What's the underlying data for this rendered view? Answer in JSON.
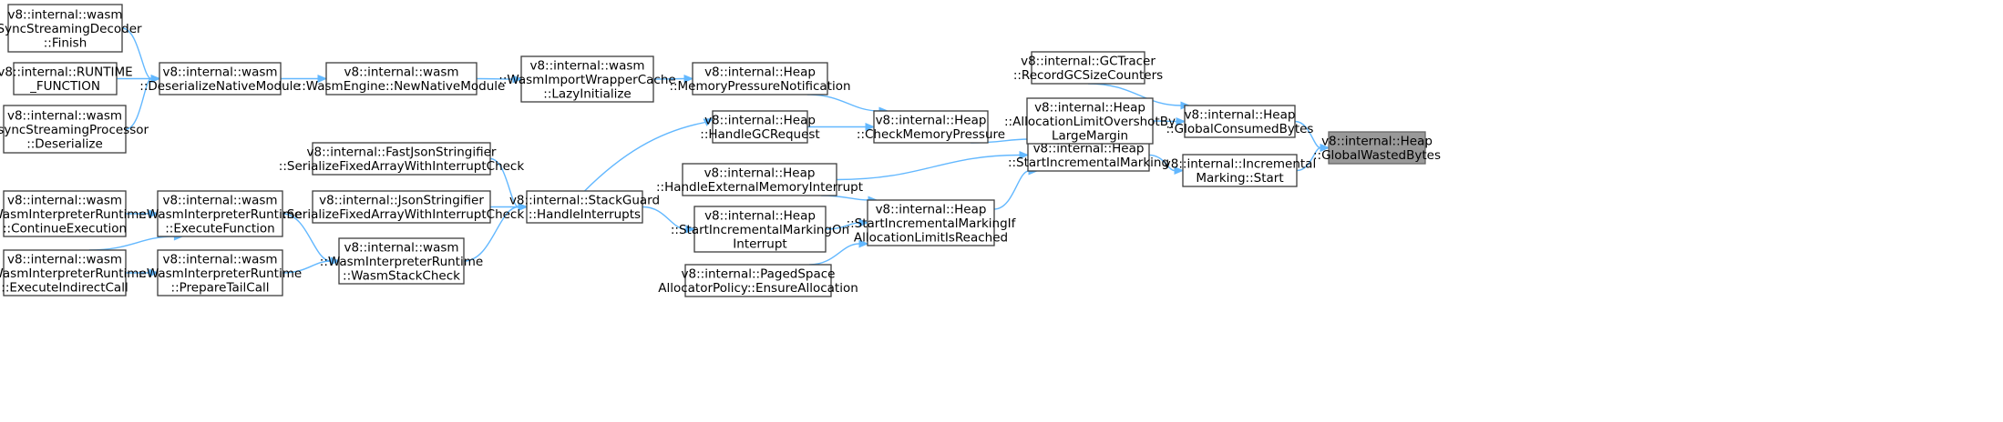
{
  "graph": {
    "edge_color": "#63b8ff",
    "highlight_fill": "#999999",
    "nodes": [
      {
        "id": "sync_finish",
        "lines": [
          "v8::internal::wasm",
          "::SyncStreamingDecoder",
          "::Finish"
        ]
      },
      {
        "id": "runtime_function",
        "lines": [
          "v8::internal::RUNTIME",
          "_FUNCTION"
        ]
      },
      {
        "id": "async_deserialize",
        "lines": [
          "v8::internal::wasm",
          "::AsyncStreamingProcessor",
          "::Deserialize"
        ]
      },
      {
        "id": "deserialize_native",
        "lines": [
          "v8::internal::wasm",
          "::DeserializeNativeModule"
        ]
      },
      {
        "id": "new_native_module",
        "lines": [
          "v8::internal::wasm",
          "::WasmEngine::NewNativeModule"
        ]
      },
      {
        "id": "lazy_initialize",
        "lines": [
          "v8::internal::wasm",
          "::WasmImportWrapperCache",
          "::LazyInitialize"
        ]
      },
      {
        "id": "memory_pressure_notification",
        "lines": [
          "v8::internal::Heap",
          "::MemoryPressureNotification"
        ]
      },
      {
        "id": "handle_gc_request",
        "lines": [
          "v8::internal::Heap",
          "::HandleGCRequest"
        ]
      },
      {
        "id": "check_memory_pressure",
        "lines": [
          "v8::internal::Heap",
          "::CheckMemoryPressure"
        ]
      },
      {
        "id": "fast_json",
        "lines": [
          "v8::internal::FastJsonStringifier",
          "::SerializeFixedArrayWithInterruptCheck"
        ]
      },
      {
        "id": "json_stringifier",
        "lines": [
          "v8::internal::JsonStringifier",
          "::SerializeFixedArrayWithInterruptCheck"
        ]
      },
      {
        "id": "stack_guard",
        "lines": [
          "v8::internal::StackGuard",
          "::HandleInterrupts"
        ]
      },
      {
        "id": "handle_external_memory",
        "lines": [
          "v8::internal::Heap",
          "::HandleExternalMemoryInterrupt"
        ]
      },
      {
        "id": "continue_execution",
        "lines": [
          "v8::internal::wasm",
          "::WasmInterpreterRuntime",
          "::ContinueExecution"
        ]
      },
      {
        "id": "execute_function",
        "lines": [
          "v8::internal::wasm",
          "::WasmInterpreterRuntime",
          "::ExecuteFunction"
        ]
      },
      {
        "id": "execute_indirect_call",
        "lines": [
          "v8::internal::wasm",
          "::WasmInterpreterRuntime",
          "::ExecuteIndirectCall"
        ]
      },
      {
        "id": "prepare_tail_call",
        "lines": [
          "v8::internal::wasm",
          "::WasmInterpreterRuntime",
          "::PrepareTailCall"
        ]
      },
      {
        "id": "wasm_stack_check",
        "lines": [
          "v8::internal::wasm",
          "::WasmInterpreterRuntime",
          "::WasmStackCheck"
        ]
      },
      {
        "id": "start_incremental_marking_on_interrupt",
        "lines": [
          "v8::internal::Heap",
          "::StartIncrementalMarkingOn",
          "Interrupt"
        ]
      },
      {
        "id": "start_incremental_marking_if",
        "lines": [
          "v8::internal::Heap",
          "::StartIncrementalMarkingIf",
          "AllocationLimitIsReached"
        ]
      },
      {
        "id": "ensure_allocation",
        "lines": [
          "v8::internal::PagedSpace",
          "AllocatorPolicy::EnsureAllocation"
        ]
      },
      {
        "id": "start_incremental_marking",
        "lines": [
          "v8::internal::Heap",
          "::StartIncrementalMarking"
        ]
      },
      {
        "id": "gc_tracer",
        "lines": [
          "v8::internal::GCTracer",
          "::RecordGCSizeCounters"
        ]
      },
      {
        "id": "allocation_limit_overshot",
        "lines": [
          "v8::internal::Heap",
          "::AllocationLimitOvershotBy",
          "LargeMargin"
        ]
      },
      {
        "id": "global_consumed_bytes",
        "lines": [
          "v8::internal::Heap",
          "::GlobalConsumedBytes"
        ]
      },
      {
        "id": "incremental_marking_start",
        "lines": [
          "v8::internal::Incremental",
          "Marking::Start"
        ]
      },
      {
        "id": "global_wasted_bytes",
        "lines": [
          "v8::internal::Heap",
          "::GlobalWastedBytes"
        ],
        "highlighted": true
      }
    ],
    "edges": [
      {
        "from": "sync_finish",
        "to": "deserialize_native"
      },
      {
        "from": "runtime_function",
        "to": "deserialize_native"
      },
      {
        "from": "async_deserialize",
        "to": "deserialize_native"
      },
      {
        "from": "deserialize_native",
        "to": "new_native_module"
      },
      {
        "from": "new_native_module",
        "to": "lazy_initialize"
      },
      {
        "from": "lazy_initialize",
        "to": "memory_pressure_notification"
      },
      {
        "from": "memory_pressure_notification",
        "to": "check_memory_pressure"
      },
      {
        "from": "handle_gc_request",
        "to": "check_memory_pressure"
      },
      {
        "from": "check_memory_pressure",
        "to": "start_incremental_marking"
      },
      {
        "from": "stack_guard",
        "to": "handle_gc_request"
      },
      {
        "from": "fast_json",
        "to": "stack_guard"
      },
      {
        "from": "json_stringifier",
        "to": "stack_guard"
      },
      {
        "from": "wasm_stack_check",
        "to": "stack_guard"
      },
      {
        "from": "continue_execution",
        "to": "execute_function"
      },
      {
        "from": "execute_indirect_call",
        "to": "execute_function"
      },
      {
        "from": "execute_indirect_call",
        "to": "prepare_tail_call"
      },
      {
        "from": "execute_function",
        "to": "wasm_stack_check"
      },
      {
        "from": "prepare_tail_call",
        "to": "wasm_stack_check"
      },
      {
        "from": "stack_guard",
        "to": "start_incremental_marking_on_interrupt"
      },
      {
        "from": "handle_external_memory",
        "to": "start_incremental_marking"
      },
      {
        "from": "handle_external_memory",
        "to": "start_incremental_marking_if"
      },
      {
        "from": "start_incremental_marking_on_interrupt",
        "to": "start_incremental_marking_if"
      },
      {
        "from": "ensure_allocation",
        "to": "start_incremental_marking_if"
      },
      {
        "from": "start_incremental_marking_if",
        "to": "start_incremental_marking"
      },
      {
        "from": "start_incremental_marking",
        "to": "incremental_marking_start"
      },
      {
        "from": "gc_tracer",
        "to": "global_consumed_bytes"
      },
      {
        "from": "allocation_limit_overshot",
        "to": "global_consumed_bytes"
      },
      {
        "from": "global_consumed_bytes",
        "to": "global_wasted_bytes"
      },
      {
        "from": "incremental_marking_start",
        "to": "global_wasted_bytes"
      }
    ]
  }
}
